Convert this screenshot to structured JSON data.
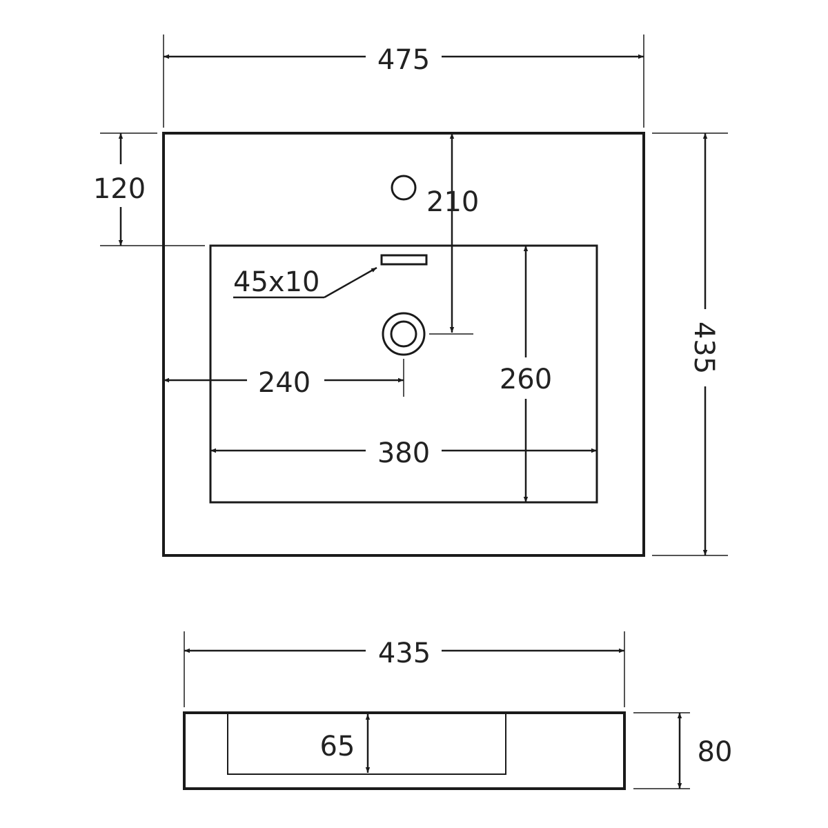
{
  "top_view": {
    "overall_width": "475",
    "overall_depth": "435",
    "tap_hole_offset": "120",
    "drain_depth_offset": "210",
    "overflow_slot": "45x10",
    "drain_side_offset": "240",
    "bowl_depth": "260",
    "bowl_width": "380"
  },
  "side_view": {
    "overall_width": "435",
    "bowl_depth": "65",
    "overall_height": "80"
  }
}
